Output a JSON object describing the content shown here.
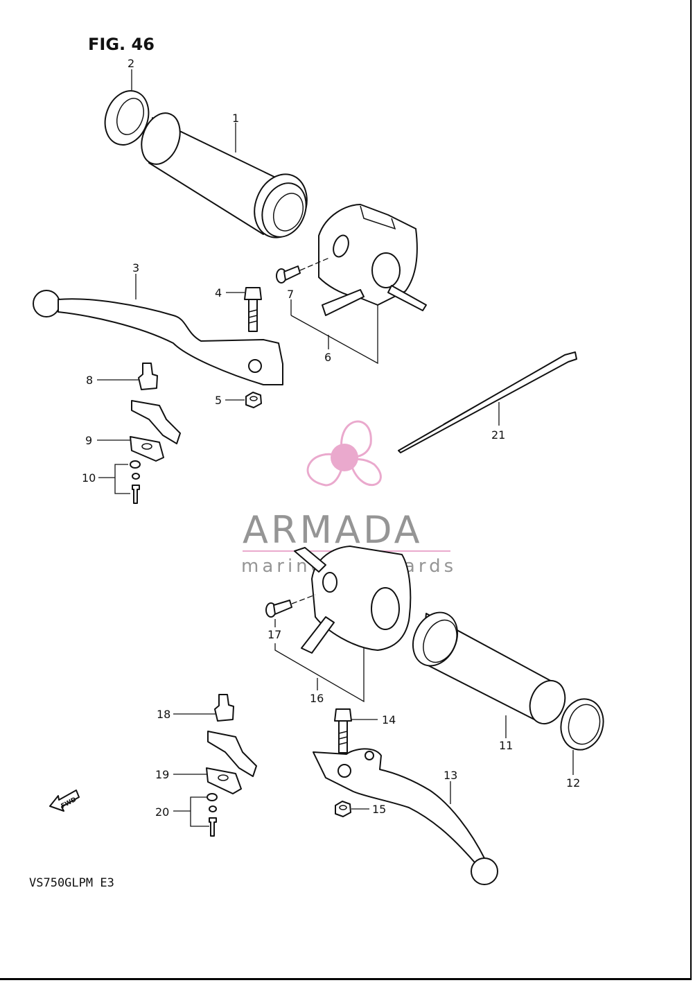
{
  "figure": {
    "title": "FIG. 46",
    "model": "VS750GLPM  E3"
  },
  "watermark": {
    "brand": "ARMADA",
    "tagline": "marine outboards",
    "color": "#e8a0c8",
    "text_color": "#8a8a8a"
  },
  "fwd_arrow": {
    "label": "FWD"
  },
  "parts": {
    "p1": "1",
    "p2": "2",
    "p3": "3",
    "p4": "4",
    "p5": "5",
    "p6": "6",
    "p7": "7",
    "p8": "8",
    "p9": "9",
    "p10": "10",
    "p11": "11",
    "p12": "12",
    "p13": "13",
    "p14": "14",
    "p15": "15",
    "p16": "16",
    "p17": "17",
    "p18": "18",
    "p19": "19",
    "p20": "20",
    "p21": "21"
  }
}
